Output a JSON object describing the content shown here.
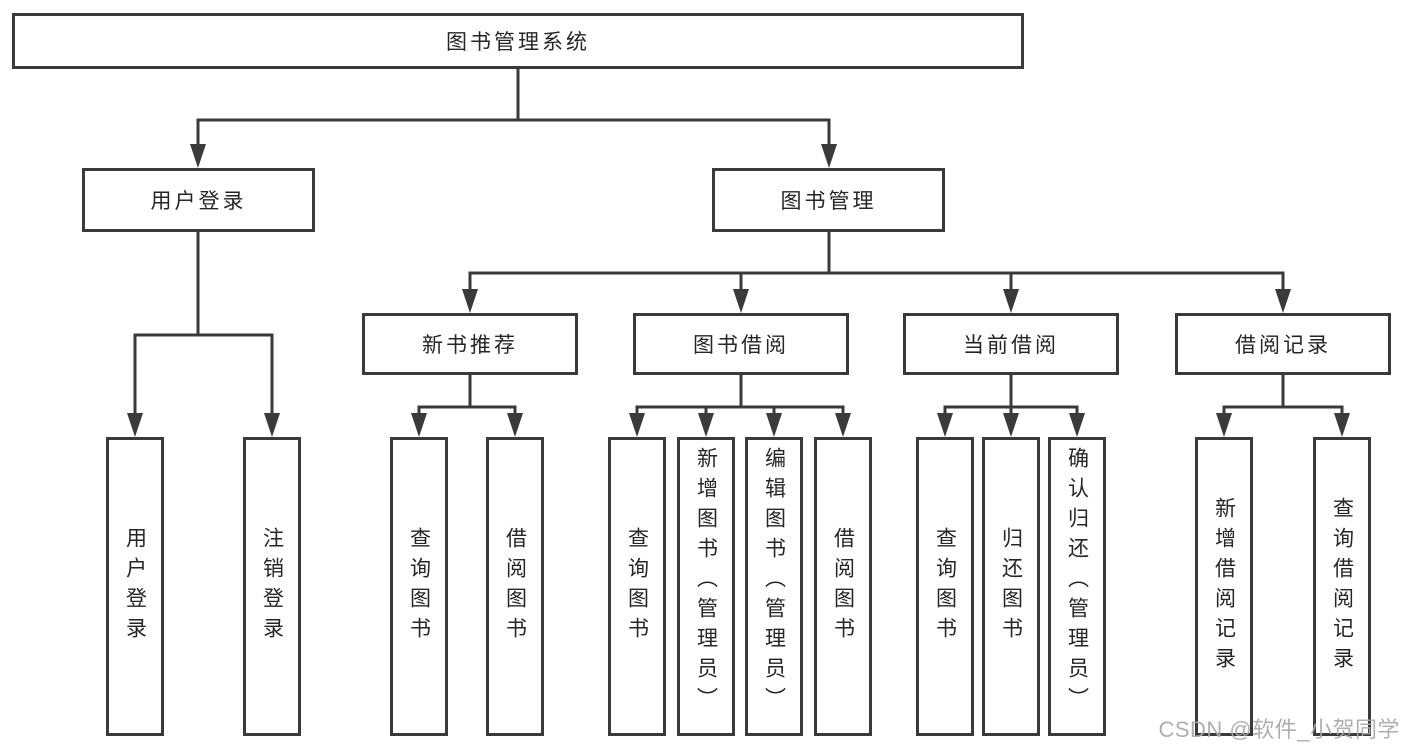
{
  "diagram": {
    "root": {
      "label": "图书管理系统"
    },
    "branches": [
      {
        "label": "用户登录",
        "leaves": [
          {
            "label": "用户登录"
          },
          {
            "label": "注销登录"
          }
        ]
      },
      {
        "label": "图书管理",
        "groups": [
          {
            "label": "新书推荐",
            "leaves": [
              {
                "label": "查询图书"
              },
              {
                "label": "借阅图书"
              }
            ]
          },
          {
            "label": "图书借阅",
            "leaves": [
              {
                "label": "查询图书"
              },
              {
                "label": "新增图书（管理员）"
              },
              {
                "label": "编辑图书（管理员）"
              },
              {
                "label": "借阅图书"
              }
            ]
          },
          {
            "label": "当前借阅",
            "leaves": [
              {
                "label": "查询图书"
              },
              {
                "label": "归还图书"
              },
              {
                "label": "确认归还（管理员）"
              }
            ]
          },
          {
            "label": "借阅记录",
            "leaves": [
              {
                "label": "新增借阅记录"
              },
              {
                "label": "查询借阅记录"
              }
            ]
          }
        ]
      }
    ]
  },
  "watermark": {
    "text": "CSDN @软件_小贺同学"
  },
  "colors": {
    "line": "#3a3a3a",
    "text": "#262626",
    "watermark": "#a8a8a8",
    "background": "#ffffff"
  }
}
